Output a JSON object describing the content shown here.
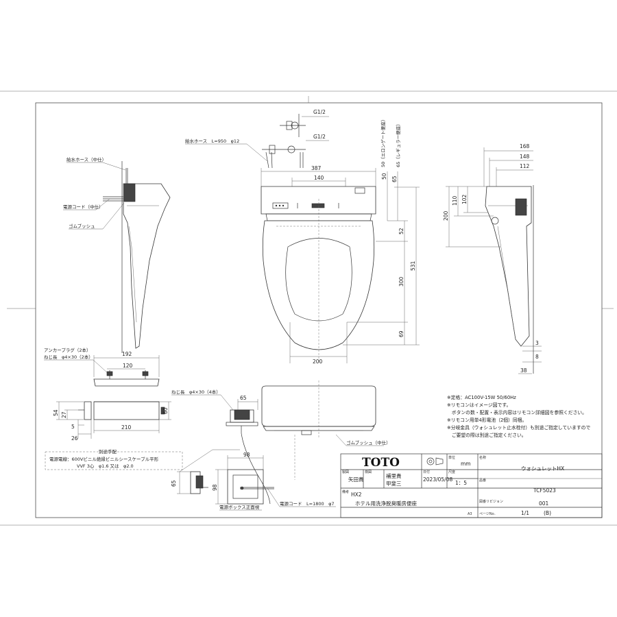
{
  "drawing": {
    "dimensions": {
      "g_top": "G1/2",
      "g_bottom": "G1/2",
      "top_387": "387",
      "top_140": "140",
      "v_50": "50",
      "v_65": "65",
      "v_52": "52",
      "v_300": "300",
      "v_531": "531",
      "v_69": "69",
      "bottom_200": "200",
      "side_168": "168",
      "side_148": "148",
      "side_112": "112",
      "side_200": "200",
      "side_110": "110",
      "side_102": "102",
      "side_3": "3",
      "side_8": "8",
      "side_38": "38",
      "p192": "192",
      "p120": "120",
      "p54": "54",
      "p27": "27",
      "p5": "5",
      "p26": "26",
      "p210": "210",
      "p60": "60",
      "p65": "65",
      "p98a": "98",
      "p98b": "98",
      "p65b": "65"
    },
    "labels": {
      "elongated": "50（エロンゲート便座）",
      "regular": "65（レギュラー便座）",
      "supply_hose": "給水ホース　L=950　φ12",
      "supply_hose_side": "給水ホース（中仕）",
      "power_cord_side": "電源コード（中仕）",
      "rubber_bush_side": "ゴムブッシュ",
      "anchor_plug": "アンカープラグ（2本）",
      "screw_length": "ねじ長　φ4×30（2本）",
      "screw_length_4": "ねじ長　φ4×30（4本）",
      "rubber_bush_center": "ゴムブッシュ（中仕）",
      "power_box": "電源ボックス正面視",
      "power_cord": "電源コード　L=1800　φ7",
      "separate": "別途手配",
      "cable_1": "電源電線：600Vビニル絶縁ビニルシースケーブル平形",
      "cable_2": "VVF 3心　φ1.6 又は　φ2.0"
    },
    "notes": [
      "※定格：AC100V-15W 50/60Hz",
      "※リモコンはイメージ図です。",
      "　ボタンの数・配置・表示内容はリモコン詳細図を参照ください。",
      "※リモコン用単4形電池（2個）同梱。",
      "※分岐金具（ウォシュレット止水栓付）も別途ご指定していますので",
      "　ご要望の際は別途ご指定ください。"
    ]
  },
  "title_block": {
    "logo": "TOTO",
    "drawn_by_label": "製図",
    "drawn_by": "矢田貴",
    "checked_label": "検図",
    "checked_1": "補里貴",
    "checked_2": "甲斐三",
    "date_label": "日付",
    "date": "2023/05/08",
    "unit_label": "単位",
    "unit": "mm",
    "scale_label": "尺度",
    "scale": "1：5",
    "name_label": "名称",
    "name": "ウォシュレットHX",
    "model_label": "品番",
    "model": "TCF5023",
    "series_label": "備考",
    "series": "HX2",
    "description": "ホテル用洗浄脱臭暖房便座",
    "revision_label": "図番リビジョン",
    "revision": "001",
    "page_label": "ページNo．",
    "page": "1/1",
    "page_mark": "(B)",
    "paper": "A3"
  }
}
